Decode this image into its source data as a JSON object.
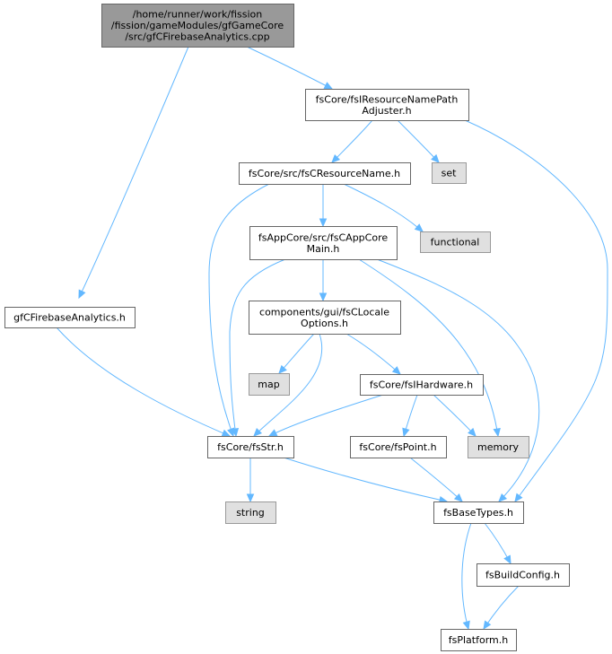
{
  "colors": {
    "root_fill": "#999999",
    "root_stroke": "#666666",
    "node_fill": "#ffffff",
    "node_stroke": "#666666",
    "system_fill": "#e0e0e0",
    "system_stroke": "#999999",
    "edge": "#63b8ff"
  },
  "nodes": [
    {
      "id": "root",
      "kind": "root",
      "lines": [
        "/home/runner/work/fission",
        "/fission/gameModules/gfGameCore",
        "/src/gfCFirebaseAnalytics.cpp"
      ]
    },
    {
      "id": "rnpa",
      "kind": "file",
      "lines": [
        "fsCore/fsIResourceNamePath",
        "Adjuster.h"
      ]
    },
    {
      "id": "set",
      "kind": "system",
      "lines": [
        "set"
      ]
    },
    {
      "id": "rn",
      "kind": "file",
      "lines": [
        "fsCore/src/fsCResourceName.h"
      ]
    },
    {
      "id": "functional",
      "kind": "system",
      "lines": [
        "functional"
      ]
    },
    {
      "id": "appcore",
      "kind": "file",
      "lines": [
        "fsAppCore/src/fsCAppCore",
        "Main.h"
      ]
    },
    {
      "id": "gfa",
      "kind": "file",
      "lines": [
        "gfCFirebaseAnalytics.h"
      ]
    },
    {
      "id": "locale",
      "kind": "file",
      "lines": [
        "components/gui/fsCLocale",
        "Options.h"
      ]
    },
    {
      "id": "map",
      "kind": "system",
      "lines": [
        "map"
      ]
    },
    {
      "id": "hw",
      "kind": "file",
      "lines": [
        "fsCore/fsIHardware.h"
      ]
    },
    {
      "id": "str",
      "kind": "file",
      "lines": [
        "fsCore/fsStr.h"
      ]
    },
    {
      "id": "point",
      "kind": "file",
      "lines": [
        "fsCore/fsPoint.h"
      ]
    },
    {
      "id": "memory",
      "kind": "system",
      "lines": [
        "memory"
      ]
    },
    {
      "id": "string",
      "kind": "system",
      "lines": [
        "string"
      ]
    },
    {
      "id": "basetypes",
      "kind": "file",
      "lines": [
        "fsBaseTypes.h"
      ]
    },
    {
      "id": "buildconfig",
      "kind": "file",
      "lines": [
        "fsBuildConfig.h"
      ]
    },
    {
      "id": "platform",
      "kind": "file",
      "lines": [
        "fsPlatform.h"
      ]
    }
  ],
  "edges": [
    [
      "root",
      "gfa"
    ],
    [
      "root",
      "rnpa"
    ],
    [
      "rnpa",
      "rn"
    ],
    [
      "rnpa",
      "set"
    ],
    [
      "rnpa",
      "basetypes"
    ],
    [
      "rn",
      "appcore"
    ],
    [
      "rn",
      "functional"
    ],
    [
      "rn",
      "str"
    ],
    [
      "appcore",
      "locale"
    ],
    [
      "appcore",
      "str"
    ],
    [
      "appcore",
      "memory"
    ],
    [
      "appcore",
      "basetypes"
    ],
    [
      "gfa",
      "str"
    ],
    [
      "locale",
      "map"
    ],
    [
      "locale",
      "hw"
    ],
    [
      "locale",
      "str"
    ],
    [
      "hw",
      "str"
    ],
    [
      "hw",
      "point"
    ],
    [
      "hw",
      "memory"
    ],
    [
      "point",
      "basetypes"
    ],
    [
      "str",
      "string"
    ],
    [
      "str",
      "basetypes"
    ],
    [
      "basetypes",
      "buildconfig"
    ],
    [
      "basetypes",
      "platform"
    ],
    [
      "buildconfig",
      "platform"
    ]
  ]
}
